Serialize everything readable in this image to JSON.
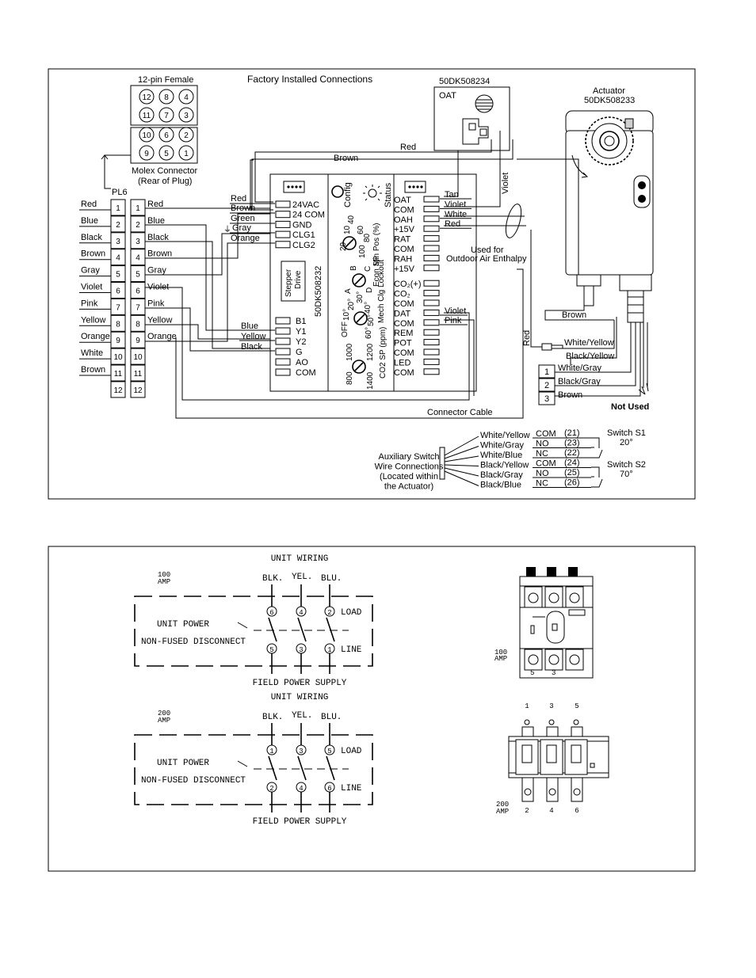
{
  "top": {
    "title": "Factory Installed Connections",
    "female_label": "12-pin Female",
    "female_pins": [
      "12",
      "8",
      "4",
      "11",
      "7",
      "3",
      "10",
      "6",
      "2",
      "9",
      "5",
      "1"
    ],
    "molex_label": "Molex Connector",
    "molex_sub": "(Rear of Plug)",
    "pl6": "PL6",
    "pin_numbers": [
      "1",
      "2",
      "3",
      "4",
      "5",
      "6",
      "7",
      "8",
      "9",
      "10",
      "11",
      "12"
    ],
    "left_wires": [
      "Red",
      "Blue",
      "Black",
      "Brown",
      "Gray",
      "Violet",
      "Pink",
      "Yellow",
      "Orange",
      "White",
      "Brown"
    ],
    "right_wires": [
      "Red",
      "Blue",
      "Black",
      "Brown",
      "Gray",
      "Violet",
      "Pink",
      "Yellow",
      "Orange"
    ],
    "oat_part": "50DK508234",
    "oat": "OAT",
    "actuator": "Actuator",
    "actuator_part": "50DK508233",
    "controller_part": "50DK508232",
    "config": "Config",
    "status": "Status",
    "stepper": "Stepper Drive",
    "term_left_top": [
      "24VAC",
      "24 COM",
      "GND",
      "CLG1",
      "CLG2"
    ],
    "wire_left_top": [
      "Red",
      "Brown",
      "Green",
      "Gray",
      "Orange"
    ],
    "term_left_bottom": [
      "B1",
      "Y1",
      "Y2",
      "G",
      "AO",
      "COM"
    ],
    "wire_left_bottom": [
      "Blue",
      "Yellow",
      "Black"
    ],
    "term_right": [
      "OAT",
      "COM",
      "OAH",
      "+15V",
      "RAT",
      "COM",
      "RAH",
      "+15V",
      "CO2(+)",
      "CO2",
      "COM",
      "DAT",
      "COM",
      "REM",
      "POT",
      "COM",
      "LED",
      "COM"
    ],
    "wire_right": [
      "Tan",
      "Violet",
      "White",
      "Red"
    ],
    "wire_dat": [
      "Violet",
      "Pink"
    ],
    "min_pos": "Min Pos (%)",
    "min_pos_ticks": [
      "10",
      "20",
      "40",
      "60",
      "80",
      "100"
    ],
    "econ_sp": "Econ SP",
    "econ_ticks": [
      "A",
      "B",
      "C",
      "D"
    ],
    "mech_clg": "Mech Clg Lockout",
    "mech_ticks": [
      "10°",
      "20°",
      "30°",
      "40°",
      "50°",
      "60°",
      "OFF"
    ],
    "co2_sp": "CO2 SP (ppm)",
    "co2_ticks": [
      "800",
      "1000",
      "1200",
      "1400"
    ],
    "enthalpy": "Used for",
    "enthalpy2": "Outdoor Air Enthalpy",
    "wire_red": "Red",
    "wire_brown": "Brown",
    "wire_violet": "Violet",
    "wire_red_v": "Red",
    "act_brown": "Brown",
    "act_wy": "White/Yellow",
    "act_by": "Black/Yellow",
    "act_pins": [
      "1",
      "2",
      "3"
    ],
    "act_pin_wires": [
      "White/Gray",
      "Black/Gray",
      "Brown"
    ],
    "not_used": "Not Used",
    "connector_cable": "Connector Cable",
    "aux_label": [
      "Auxiliary Switch",
      "Wire Connections",
      "(Located within",
      "the Actuator)"
    ],
    "aux_wires": [
      "White/Yellow",
      "White/Gray",
      "White/Blue",
      "Black/Yellow",
      "Black/Gray",
      "Black/Blue"
    ],
    "aux_terms": [
      "COM",
      "NO",
      "NC",
      "COM",
      "NO",
      "NC"
    ],
    "aux_nums": [
      "(21)",
      "(23)",
      "(22)",
      "(24)",
      "(25)",
      "(26)"
    ],
    "switch1": "Switch S1",
    "switch1_deg": "20°",
    "switch2": "Switch S2",
    "switch2_deg": "70°"
  },
  "bottom": {
    "d100": {
      "unit_wiring": "UNIT WIRING",
      "amp": "100",
      "amp_unit": "AMP",
      "phases": [
        "BLK.",
        "YEL.",
        "BLU."
      ],
      "load_nums": [
        "6",
        "4",
        "2"
      ],
      "line_nums": [
        "5",
        "3",
        "1"
      ],
      "load": "LOAD",
      "line": "LINE",
      "unit_power": "UNIT POWER",
      "disconnect": "NON-FUSED DISCONNECT",
      "field": "FIELD POWER SUPPLY"
    },
    "d200": {
      "unit_wiring": "UNIT WIRING",
      "amp": "200",
      "amp_unit": "AMP",
      "phases": [
        "BLK.",
        "YEL.",
        "BLU."
      ],
      "load_nums": [
        "1",
        "3",
        "5"
      ],
      "line_nums": [
        "2",
        "4",
        "6"
      ],
      "load": "LOAD",
      "line": "LINE",
      "unit_power": "UNIT POWER",
      "disconnect": "NON-FUSED DISCONNECT",
      "field": "FIELD POWER SUPPLY"
    },
    "pic100": {
      "amp": "100",
      "amp_unit": "AMP",
      "bottom_nums": [
        "5",
        "3"
      ]
    },
    "pic200": {
      "amp": "200",
      "amp_unit": "AMP",
      "top_nums": [
        "1",
        "3",
        "5"
      ],
      "bottom_nums": [
        "2",
        "4",
        "6"
      ]
    }
  }
}
